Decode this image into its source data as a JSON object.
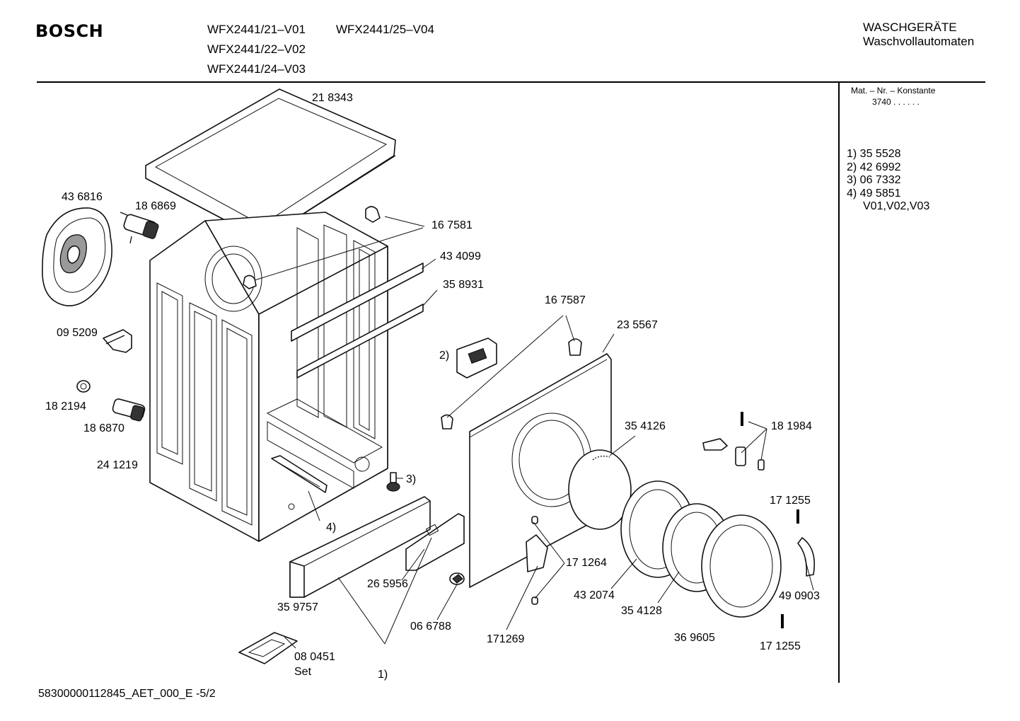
{
  "header": {
    "brand": "BOSCH",
    "models": [
      "WFX2441/21–V01",
      "WFX2441/25–V04",
      "WFX2441/22–V02",
      "WFX2441/24–V03"
    ],
    "category_line1": "WASCHGERÄTE",
    "category_line2": "Waschvollautomaten"
  },
  "side_panel": {
    "mat_label": "Mat. – Nr. – Konstante",
    "mat_value": "3740  .  .     .  .  .  .",
    "notes": [
      "1) 35 5528",
      "2) 42 6992",
      "3) 06 7332",
      "4) 49 5851",
      "V01,V02,V03"
    ]
  },
  "parts": {
    "p218343": "21 8343",
    "p436816": "43 6816",
    "p186869": "18 6869",
    "p167581": "16 7581",
    "p434099": "43 4099",
    "p358931": "35 8931",
    "p095209": "09 5209",
    "p182194": "18 2194",
    "p186870": "18 6870",
    "p241219": "24 1219",
    "p167587": "16 7587",
    "p235567": "23 5567",
    "ref2": "2)",
    "ref3": "3)",
    "ref4": "4)",
    "ref1": "1)",
    "p354126": "35 4126",
    "p181984": "18 1984",
    "p171255a": "17 1255",
    "p171264": "17 1264",
    "p265956": "26 5956",
    "p359757": "35 9757",
    "p066788": "06 6788",
    "p171269": "171269",
    "p432074": "43 2074",
    "p354128": "35 4128",
    "p369605": "36 9605",
    "p490903": "49 0903",
    "p171255b": "17 1255",
    "p080451": "08 0451",
    "set": "Set"
  },
  "footer": {
    "doc_id": "58300000112845_AET_000_E  -5/2"
  }
}
